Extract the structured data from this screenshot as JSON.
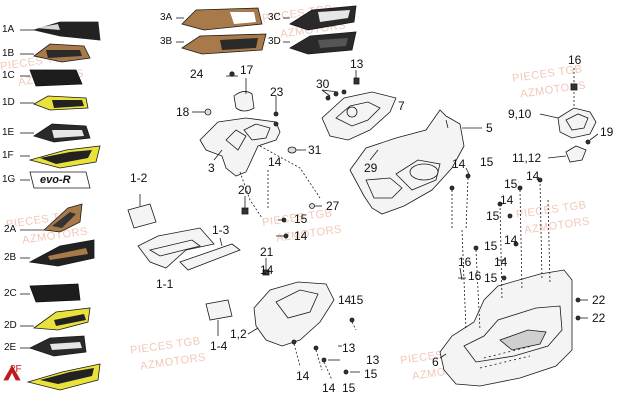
{
  "watermark": {
    "text_a": "PIECES TGB",
    "text_b": "AZMOTORS"
  },
  "decals_left": {
    "d1a": "1A",
    "d1b": "1B",
    "d1c": "1C",
    "d1d": "1D",
    "d1e": "1E",
    "d1f": "1F",
    "d1g": "1G",
    "d2a": "2A",
    "d2b": "2B",
    "d2c": "2C",
    "d2d": "2D",
    "d2e": "2E",
    "d2f": "2F",
    "evo_text": "evo-R"
  },
  "decals_top": {
    "d3a": "3A",
    "d3b": "3B",
    "d3c": "3C",
    "d3d": "3D"
  },
  "callouts": {
    "c1_2a": "1-2",
    "c1_1": "1-1",
    "c1_3": "1-3",
    "c1_4": "1-4",
    "c1_2b": "1,2",
    "c3": "3",
    "c5": "5",
    "c6": "6",
    "c7": "7",
    "c9_10": "9,10",
    "c11_12": "11,12",
    "c13a": "13",
    "c13b": "13",
    "c13c": "13",
    "c14a": "14",
    "c14b": "14",
    "c14c": "14",
    "c14d": "14",
    "c14e": "14",
    "c14f": "14",
    "c14g": "14",
    "c14h": "14",
    "c15a": "15",
    "c15b": "15",
    "c15c": "15",
    "c15d": "15",
    "c15e": "15",
    "c15f": "15",
    "c15g": "15",
    "c15h": "15",
    "c16a": "16",
    "c16b": "16",
    "c16c": "16",
    "c17": "17",
    "c18": "18",
    "c19": "19",
    "c20": "20",
    "c21": "21",
    "c22a": "22",
    "c22b": "22",
    "c23": "23",
    "c24": "24",
    "c27": "27",
    "c29": "29",
    "c30": "30",
    "c31": "31"
  },
  "colors": {
    "line": "#1a1a1a",
    "part_fill": "#f4f4f4",
    "decal_dark": "#222222",
    "decal_yellow": "#e8e23a",
    "decal_bronze": "#a87a4a",
    "logo_red": "#c0181d",
    "watermark": "#f2c7b8"
  }
}
